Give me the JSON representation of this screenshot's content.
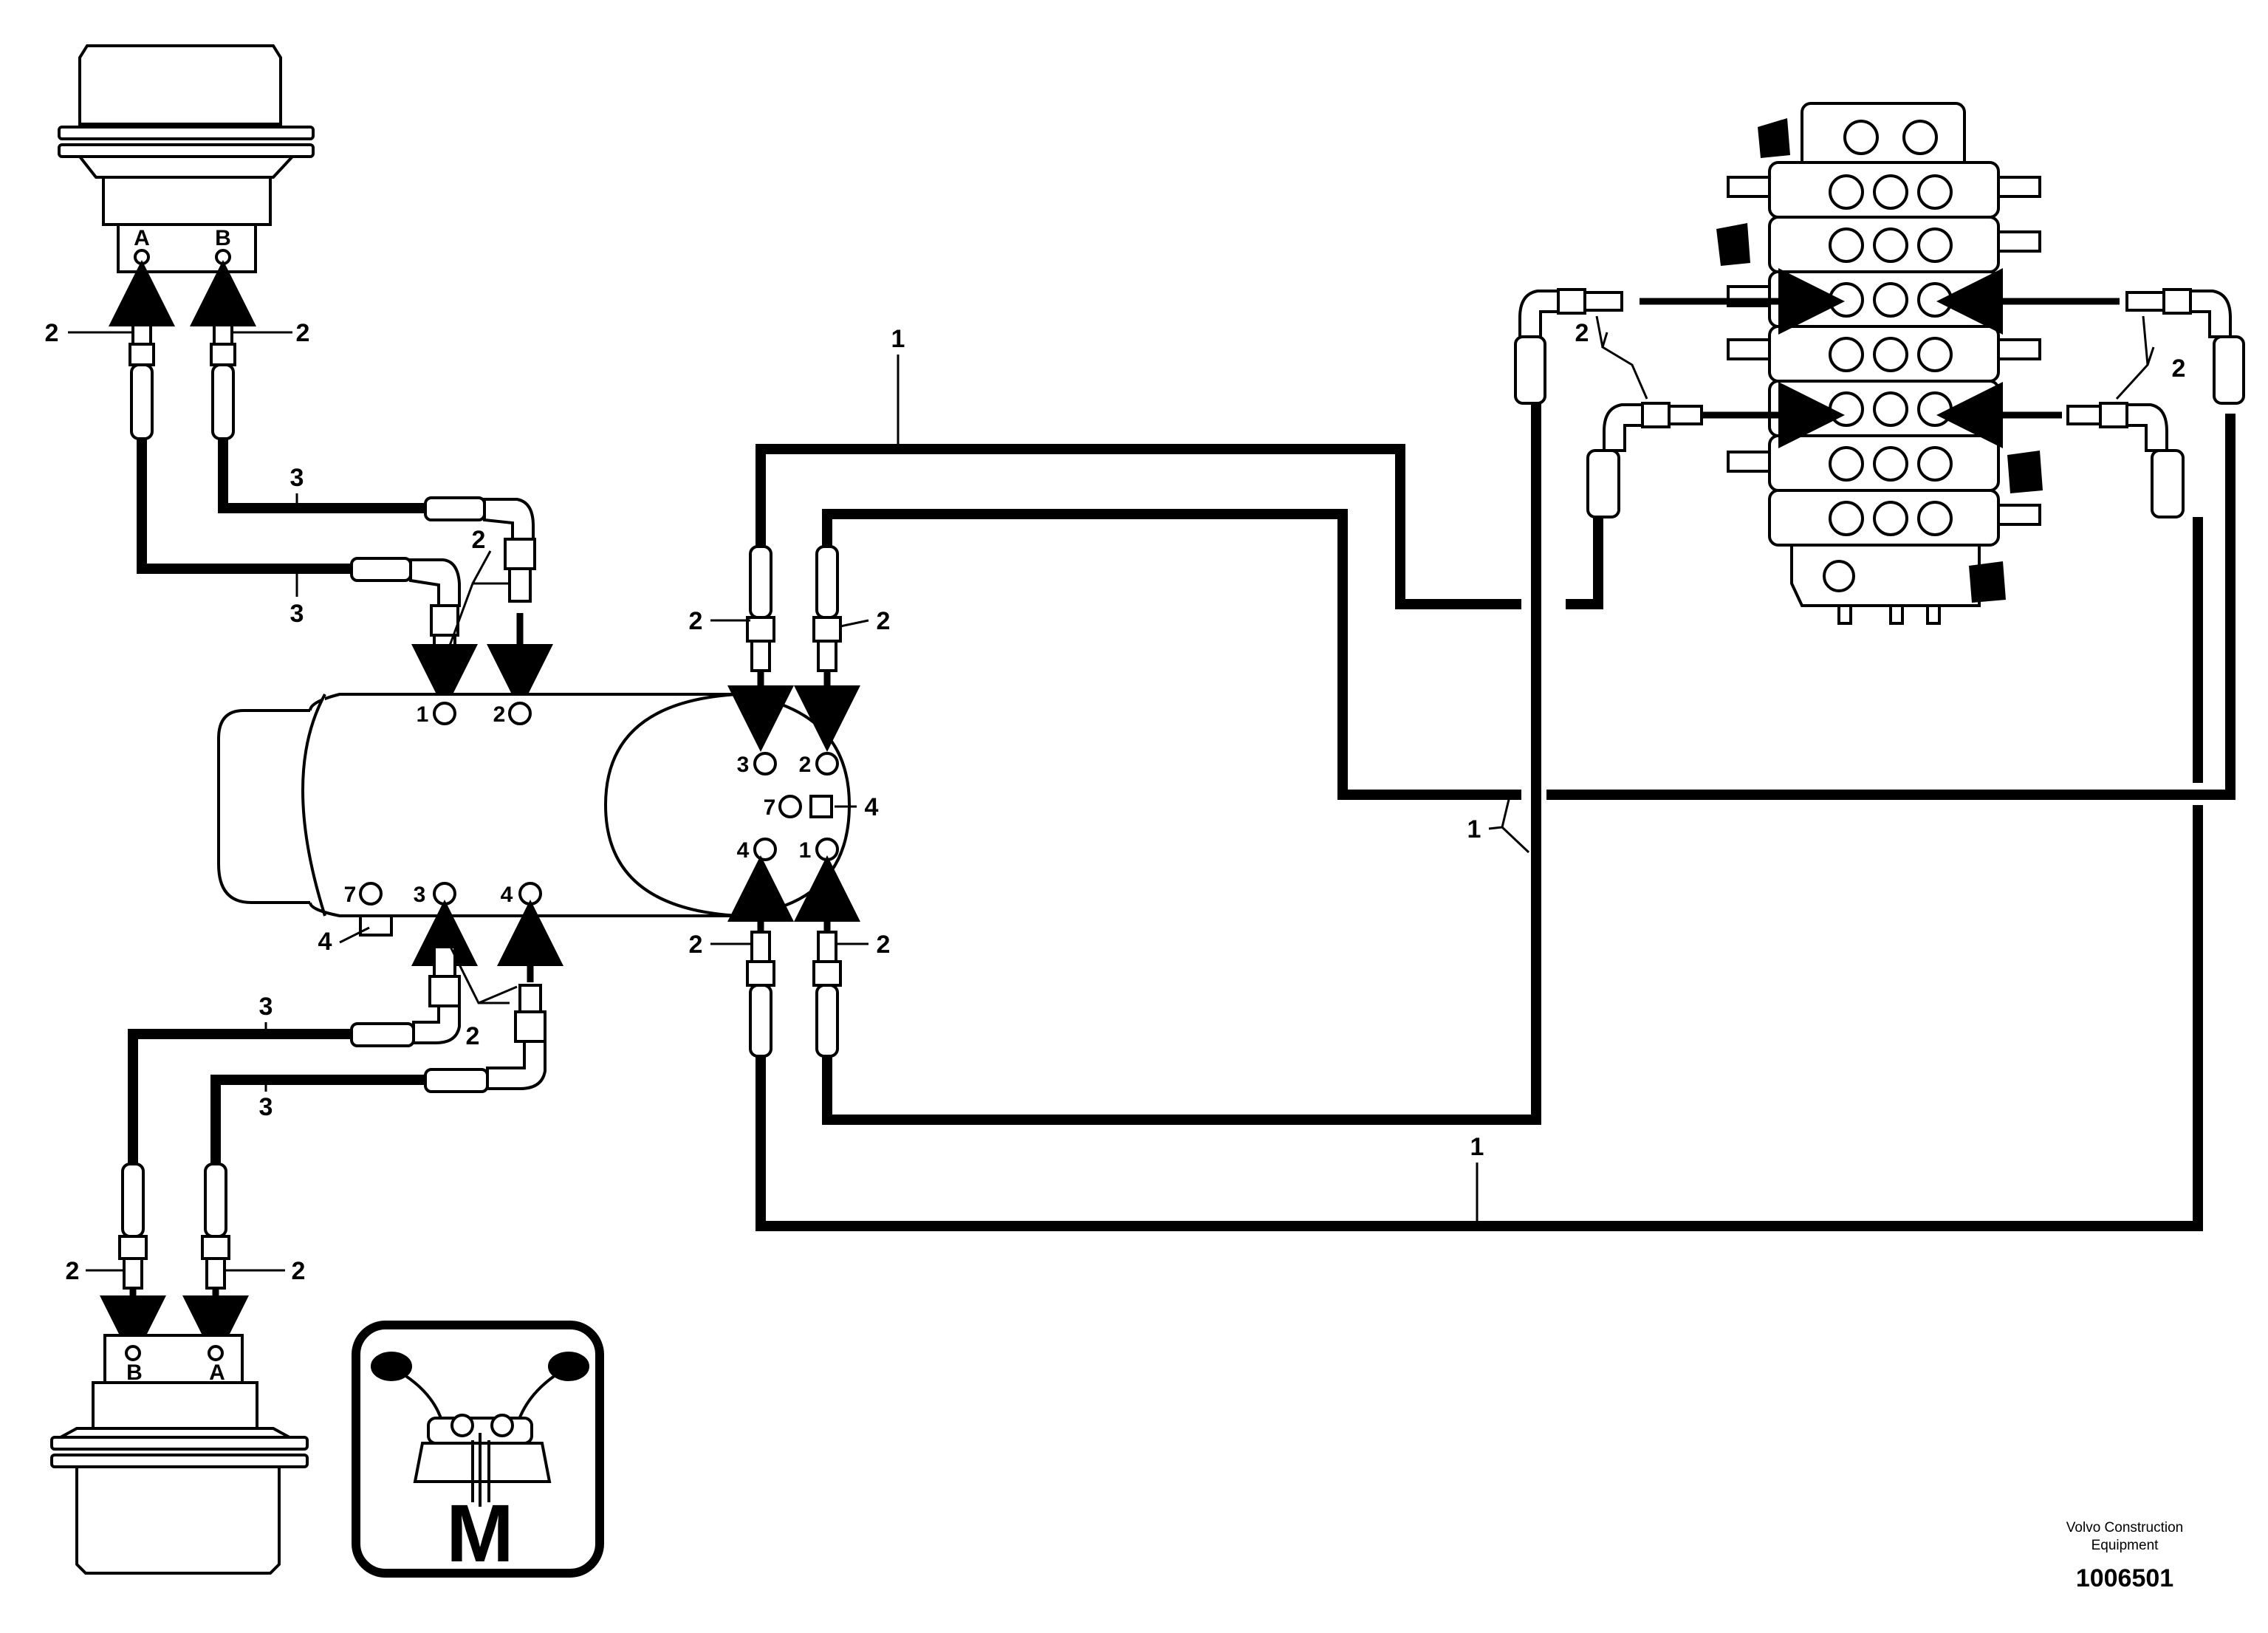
{
  "title": "",
  "callouts": {
    "hydraulic_line": "1",
    "union": "2",
    "hose": "3",
    "plug": "4"
  },
  "motor_ports": {
    "a": "A",
    "b": "B"
  },
  "distributor_ports": {
    "top_1": "1",
    "top_2": "2",
    "bottom_7": "7",
    "bottom_3": "3",
    "bottom_4": "4",
    "end_3": "3",
    "end_2": "2",
    "end_7": "7",
    "end_4": "4",
    "end_1": "1"
  },
  "control_symbol": "M",
  "footer": {
    "manufacturer": "Volvo Construction Equipment",
    "document_number": "1006501"
  }
}
